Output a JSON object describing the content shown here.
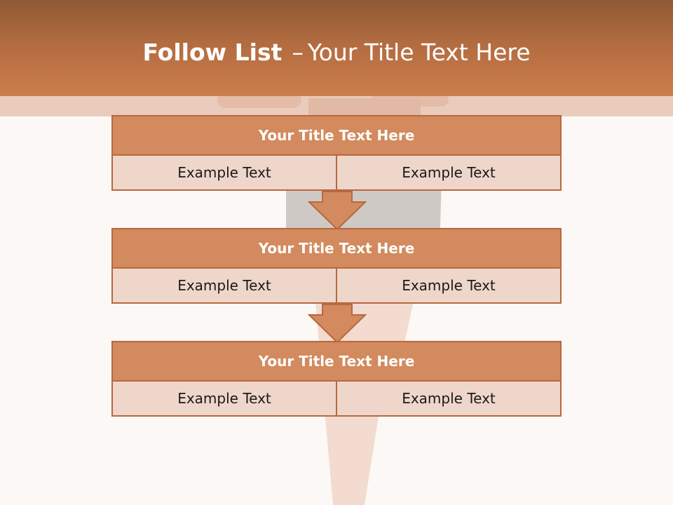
{
  "header": {
    "title_bold": "Follow List",
    "title_dash": "–",
    "title_rest": "Your Title Text Here"
  },
  "blocks": [
    {
      "title": "Your Title Text Here",
      "left": "Example Text",
      "right": "Example Text"
    },
    {
      "title": "Your Title Text Here",
      "left": "Example Text",
      "right": "Example Text"
    },
    {
      "title": "Your Title Text Here",
      "left": "Example Text",
      "right": "Example Text"
    }
  ],
  "colors": {
    "header": "#c47648",
    "block_title": "#d28a5e",
    "cell": "#efd6ca",
    "border": "#b8683e",
    "background": "#fcf8f6"
  },
  "icons": [
    "down-arrow-icon"
  ]
}
